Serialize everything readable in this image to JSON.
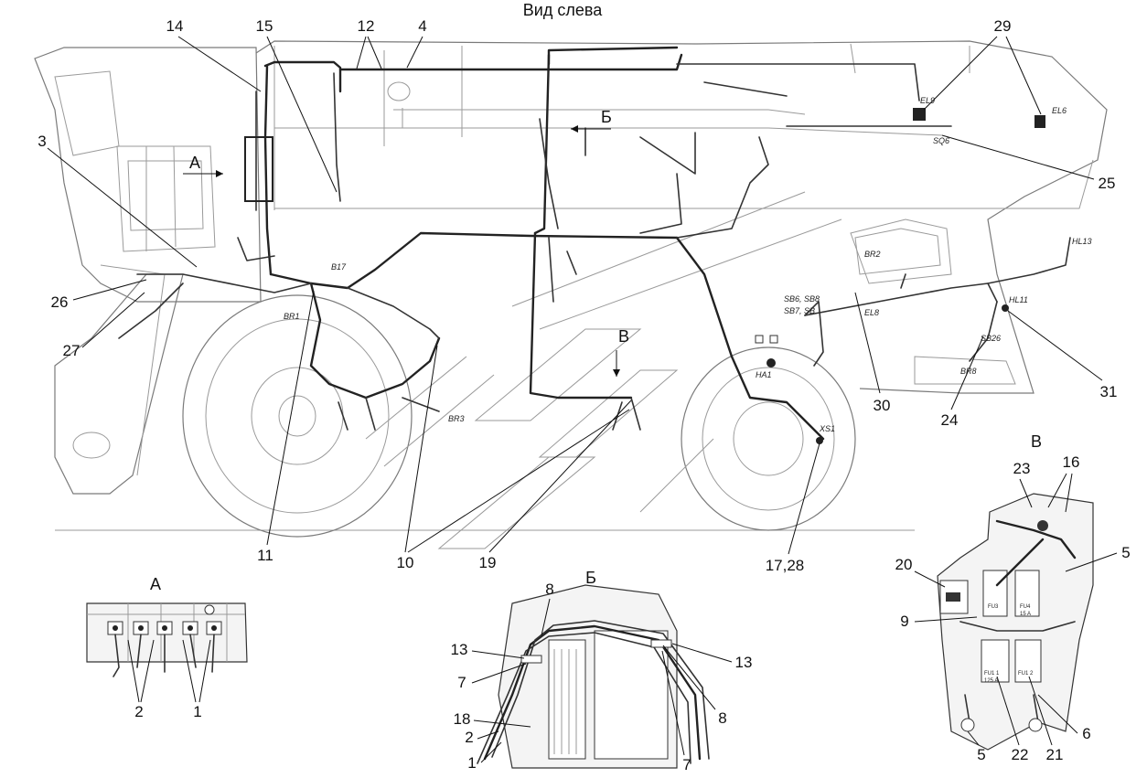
{
  "title": "Вид слева",
  "views": {
    "a_arrow": "А",
    "b_arrow": "Б",
    "v_arrow": "В",
    "a_inset": "А",
    "b_inset": "Б",
    "v_inset": "В"
  },
  "callouts": {
    "c14": "14",
    "c15": "15",
    "c12": "12",
    "c4": "4",
    "c29": "29",
    "c3": "3",
    "c25": "25",
    "c26": "26",
    "c27": "27",
    "c11": "11",
    "c10": "10",
    "c19": "19",
    "c1728": "17,28",
    "c30": "30",
    "c24": "24",
    "c31": "31",
    "a2": "2",
    "a1": "1",
    "b8a": "8",
    "b13a": "13",
    "b7a": "7",
    "b18": "18",
    "b2": "2",
    "b1": "1",
    "b13b": "13",
    "b8b": "8",
    "b7b": "7",
    "v23": "23",
    "v16": "16",
    "v5a": "5",
    "v20": "20",
    "v9": "9",
    "v5b": "5",
    "v22": "22",
    "v21": "21",
    "v6": "6"
  },
  "codes": {
    "el9": "EL9",
    "el6": "EL6",
    "sq6": "SQ6",
    "b17": "B17",
    "br1": "BR1",
    "br3": "BR3",
    "br2": "BR2",
    "hl13": "HL13",
    "hl11": "HL11",
    "sb6sb8": "SB6, SB8",
    "sb7sb": "SB7, SB",
    "el8": "EL8",
    "sb26": "SB26",
    "br8": "BR8",
    "ha1": "HA1",
    "xs1": "XS1"
  },
  "fuse_labels": {
    "fu1": "FU1 1",
    "fu1a": "125 A",
    "fu2": "FU1 2",
    "fu3": "FU3",
    "fu4": "FU4",
    "fu4a": "15 A"
  }
}
